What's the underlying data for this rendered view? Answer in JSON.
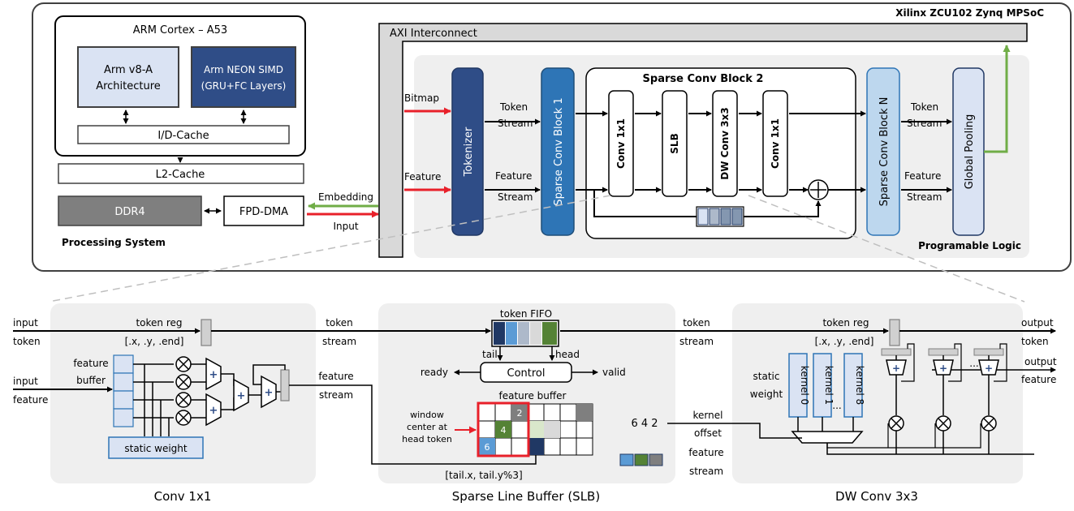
{
  "board_title": "Xilinx ZCU102 Zynq MPSoC",
  "ps": {
    "title": "Processing System",
    "cpu_title": "ARM Cortex – A53",
    "armv8_line1": "Arm v8-A",
    "armv8_line2": "Architecture",
    "neon_line1": "Arm NEON SIMD",
    "neon_line2": "(GRU+FC Layers)",
    "id_cache": "I/D-Cache",
    "l2_cache": "L2-Cache",
    "ddr4": "DDR4",
    "fpd_dma": "FPD-DMA"
  },
  "links": {
    "embedding": "Embedding",
    "input": "Input",
    "bitmap": "Bitmap",
    "feature": "Feature"
  },
  "pl": {
    "title": "Programable Logic",
    "axi": "AXI Interconnect",
    "tokenizer": "Tokenizer",
    "scb1": "Sparse Conv Block 1",
    "scb2_title": "Sparse Conv Block 2",
    "conv1": "Conv 1x1",
    "slb": "SLB",
    "dwconv": "DW Conv 3x3",
    "conv2": "Conv 1x1",
    "scbn": "Sparse Conv Block N",
    "gpool": "Global Pooling",
    "token_l1": "Token",
    "token_l2": "Stream",
    "feature_l1": "Feature",
    "feature_l2": "Stream"
  },
  "conv1x1": {
    "caption": "Conv 1x1",
    "input_token_1": "input",
    "input_token_2": "token",
    "input_feature_1": "input",
    "input_feature_2": "feature",
    "token_reg": "token reg",
    "token_reg_fields": "[.x, .y, .end]",
    "feature_buffer_1": "feature",
    "feature_buffer_2": "buffer",
    "static_weight": "static weight",
    "token_stream_1": "token",
    "token_stream_2": "stream",
    "feature_stream_1": "feature",
    "feature_stream_2": "stream"
  },
  "slb": {
    "caption": "Sparse Line Buffer (SLB)",
    "token_fifo": "token FIFO",
    "tail": "tail",
    "head": "head",
    "control": "Control",
    "ready": "ready",
    "valid": "valid",
    "feature_buffer": "feature buffer",
    "window_1": "window",
    "window_2": "center at",
    "window_3": "head token",
    "cell_2": "2",
    "cell_4": "4",
    "cell_6": "6",
    "address": "[tail.x, tail.y%3]",
    "token_stream_1": "token",
    "token_stream_2": "stream"
  },
  "dwconv": {
    "caption": "DW Conv 3x3",
    "token_reg": "token reg",
    "token_reg_fields": "[.x, .y, .end]",
    "static_weight_1": "static",
    "static_weight_2": "weight",
    "kernel_0": "kernel 0",
    "kernel_1": "kernel 1",
    "kernel_8": "kernel 8",
    "dots": "...",
    "kernel_offset_1": "kernel",
    "kernel_offset_2": "offset",
    "offset_values": "6  4  2",
    "feature_stream_1": "feature",
    "feature_stream_2": "stream",
    "output_token_1": "output",
    "output_token_2": "token",
    "output_feature_1": "output",
    "output_feature_2": "feature"
  },
  "colors": {
    "dark_blue": "#2f4d87",
    "mid_blue": "#2e75b6",
    "light_blue": "#dae3f3",
    "green_arrow": "#70ad47",
    "red_arrow": "#e8202a",
    "panel_gray": "#efefef",
    "ddr_gray": "#7f7f7f"
  }
}
